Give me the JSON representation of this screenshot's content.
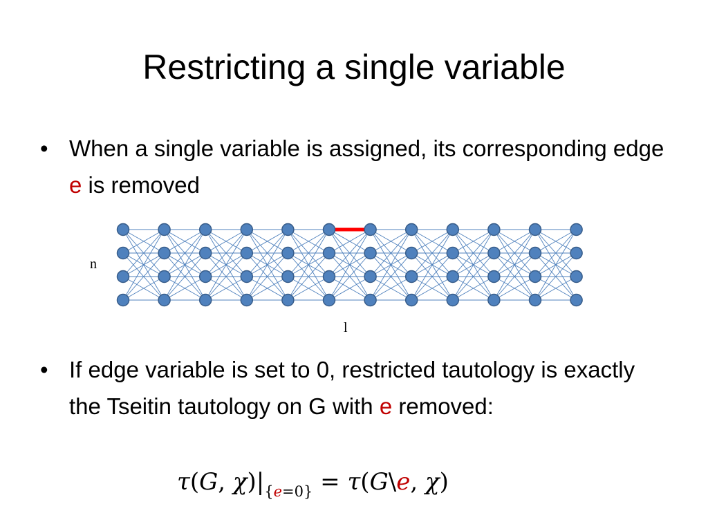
{
  "slide": {
    "title": "Restricting a single variable",
    "bullets": [
      {
        "parts": [
          {
            "text": "When a single variable is assigned, its corresponding edge ",
            "color": ""
          },
          {
            "text": "e",
            "color": "#c00000"
          },
          {
            "text": " is removed",
            "color": ""
          }
        ]
      },
      {
        "parts": [
          {
            "text": "If edge variable is set to 0, restricted tautology is exactly the Tseitin tautology on G with ",
            "color": ""
          },
          {
            "text": "e",
            "color": "#c00000"
          },
          {
            "text": " removed:",
            "color": ""
          }
        ]
      }
    ],
    "bullet_glyph": "•"
  },
  "graph": {
    "label_n": "n",
    "label_l": "l",
    "columns": 12,
    "rows": 4,
    "removed_edge": {
      "from_col": 6,
      "to_col": 7,
      "row": 1
    },
    "node_color": "#4f81bd",
    "node_stroke": "#385d8a",
    "edge_color": "#4f81bd",
    "removed_edge_color": "#ff0000"
  },
  "formula": {
    "lhs_tau": "τ",
    "lhs_open": "(",
    "lhs_G": "G",
    "lhs_comma": ", ",
    "lhs_chi": "χ",
    "lhs_close": ")",
    "bar": "|",
    "sub_open": "{",
    "sub_e": "e",
    "sub_eq": "=0",
    "sub_close": "}",
    "equals": " = ",
    "rhs_tau": "τ",
    "rhs_open": "(",
    "rhs_G": "G",
    "rhs_backslash": "\\",
    "rhs_e": "e",
    "rhs_comma": ", ",
    "rhs_chi": "χ",
    "rhs_close": ")",
    "e_color": "#c00000"
  }
}
